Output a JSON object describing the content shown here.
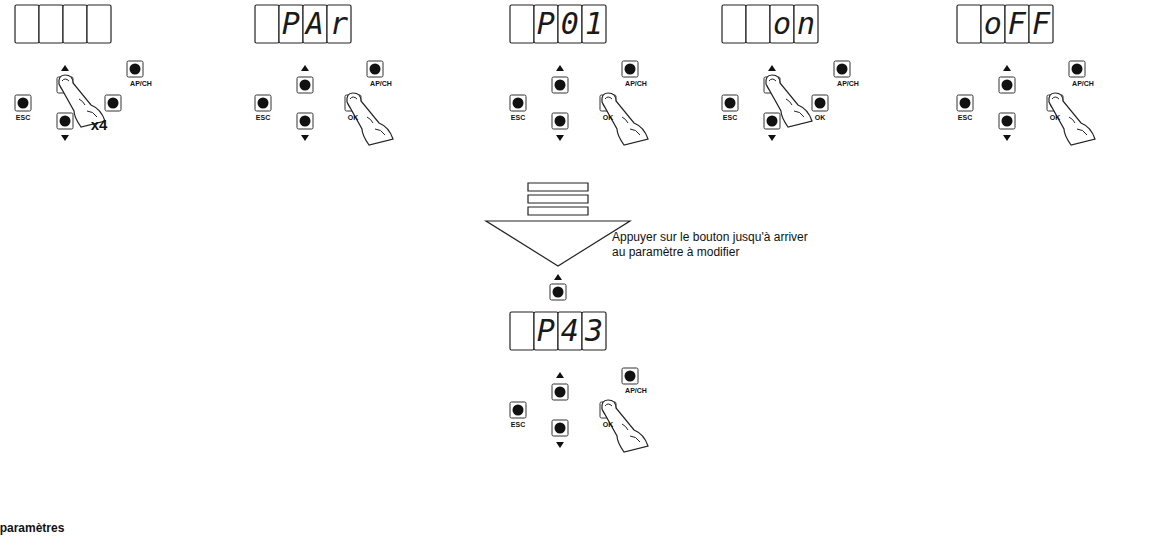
{
  "diagram": {
    "nodes": [
      {
        "text": [
          "PAr"
        ]
      },
      {
        "text": [
          "P01"
        ]
      },
      {
        "text": [
          "on"
        ]
      },
      {
        "text": [
          "oFF"
        ]
      },
      {
        "text": [
          "P43"
        ]
      }
    ],
    "edges": [
      {
        "from": 1,
        "to": 4,
        "arrow": "to",
        "label": "Appuyer sur le bouton jusqu'à arriver au paramètre à modifier"
      }
    ],
    "labels": [
      "x4",
      "ESC",
      "AP/CH",
      "ESC",
      "OK",
      "AP/CH",
      "ESC",
      "OK",
      "AP/CH",
      "ESC",
      "OK",
      "AP/CH",
      "ESC",
      "OK",
      "AP/CH",
      "ESC",
      "OK",
      "AP/CH",
      "paramètres"
    ]
  }
}
